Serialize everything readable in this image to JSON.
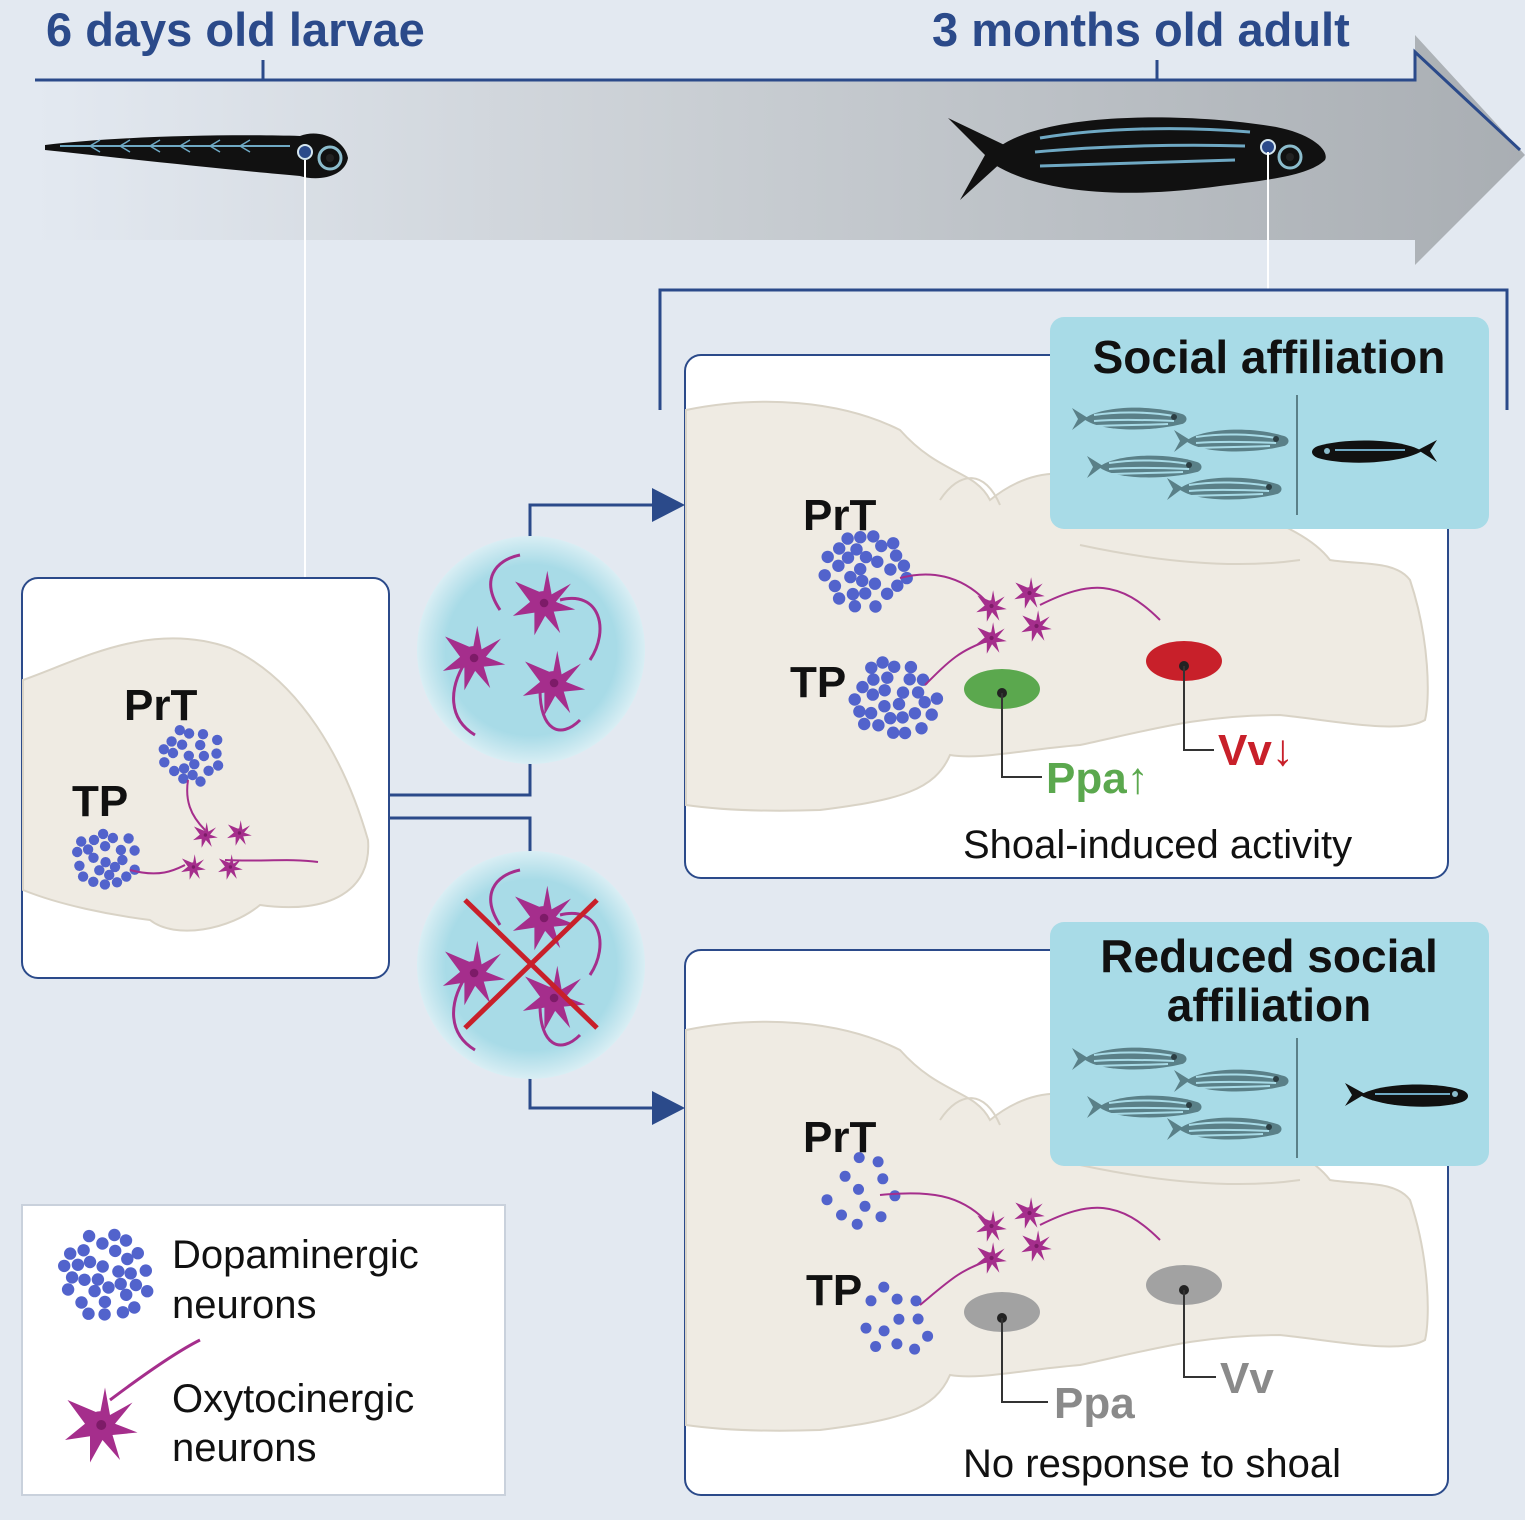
{
  "timeline": {
    "larva_label": "6 days old larvae",
    "adult_label": "3 months old adult"
  },
  "larval_brain": {
    "prt_label": "PrT",
    "tp_label": "TP"
  },
  "control_panel": {
    "prt_label": "PrT",
    "tp_label": "TP",
    "ppa_label": "Ppa↑",
    "vv_label": "Vv↓",
    "caption": "Shoal-induced activity",
    "behavior_line1": "Social affiliation"
  },
  "ablated_panel": {
    "prt_label": "PrT",
    "tp_label": "TP",
    "ppa_label": "Ppa",
    "vv_label": "Vv",
    "caption": "No response to shoal",
    "behavior_line1": "Reduced social",
    "behavior_line2": "affiliation"
  },
  "legend": {
    "dopa_line1": "Dopaminergic",
    "dopa_line2": "neurons",
    "oxy_line1": "Oxytocinergic",
    "oxy_line2": "neurons"
  },
  "colors": {
    "background": "#e3e9f1",
    "navy": "#2b4a8a",
    "brain_fill": "#efebe3",
    "dopamine_blue": "#5263cc",
    "oxytocin_magenta": "#a52e8c",
    "behavior_box": "#a8dbe7",
    "ppa_green": "#5ba84e",
    "vv_red": "#c8202a",
    "inactive_gray": "#8a8a8a"
  }
}
